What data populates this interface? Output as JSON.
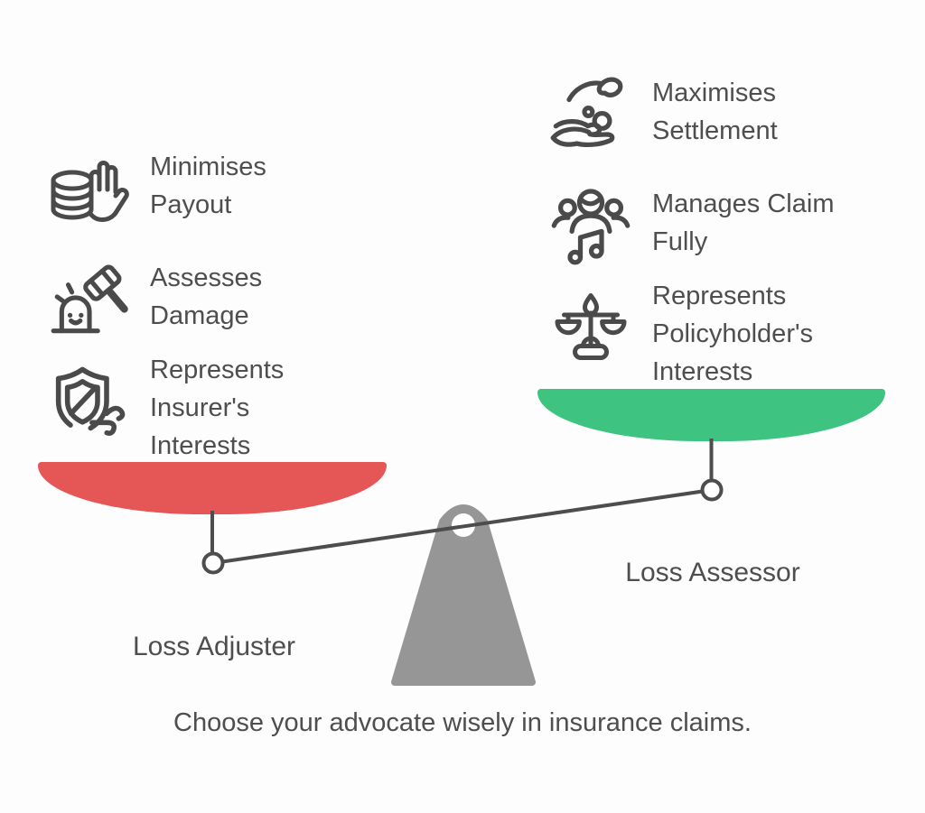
{
  "caption": "Choose your advocate wisely in insurance claims.",
  "left_side": {
    "label": "Loss Adjuster",
    "pan_color": "#e55756",
    "items": [
      {
        "icon": "coins-stop-hand-icon",
        "label": "Minimises Payout",
        "lines": [
          "Minimises",
          "Payout"
        ]
      },
      {
        "icon": "gavel-whack-icon",
        "label": "Assesses Damage",
        "lines": [
          "Assesses",
          "Damage"
        ]
      },
      {
        "icon": "shield-slash-wind-icon",
        "label": "Represents Insurer's Interests",
        "lines": [
          "Represents",
          "Insurer's",
          "Interests"
        ]
      }
    ]
  },
  "right_side": {
    "label": "Loss Assessor",
    "pan_color": "#3ec380",
    "items": [
      {
        "icon": "hands-giving-coins-icon",
        "label": "Maximises Settlement",
        "lines": [
          "Maximises",
          "Settlement"
        ]
      },
      {
        "icon": "people-group-music-note-icon",
        "label": "Manages Claim Fully",
        "lines": [
          "Manages Claim",
          "Fully"
        ]
      },
      {
        "icon": "justice-scales-icon",
        "label": "Represents Policyholder's Interests",
        "lines": [
          "Represents",
          "Policyholder's",
          "Interests"
        ]
      }
    ]
  },
  "colors": {
    "background": "#fdfdfd",
    "text": "#4e4e4e",
    "icon_stroke": "#4a4a4a",
    "beam": "#4d4d4d",
    "fulcrum": "#969696"
  }
}
